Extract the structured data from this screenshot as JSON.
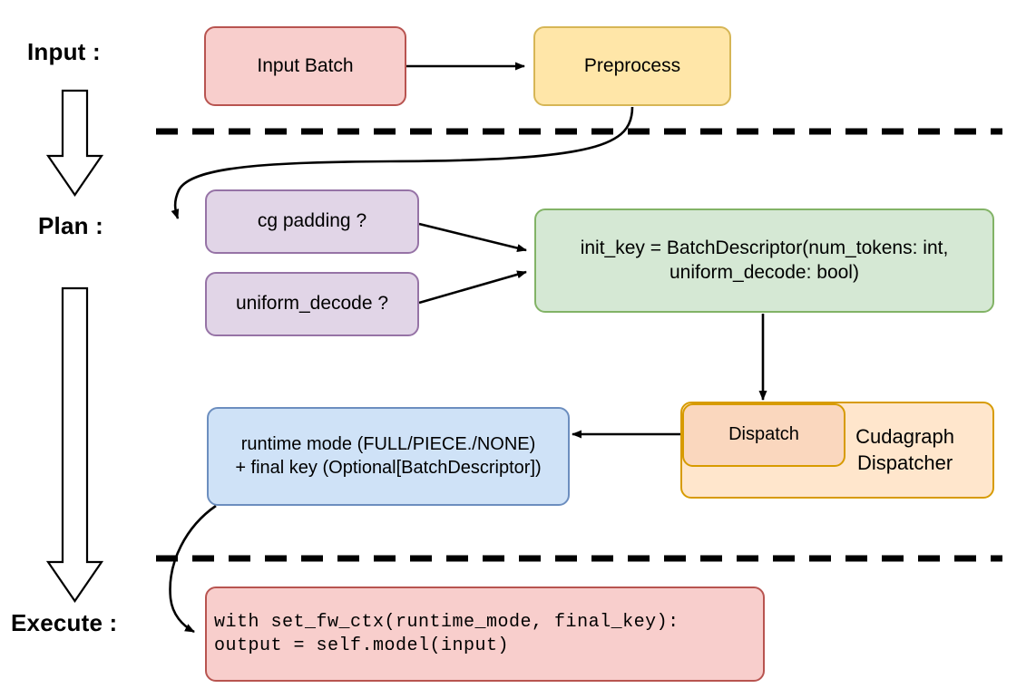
{
  "diagram": {
    "title_stages": [
      {
        "id": "input",
        "label": "Input :"
      },
      {
        "id": "plan",
        "label": "Plan :"
      },
      {
        "id": "execute",
        "label": "Execute :"
      }
    ],
    "nodes": {
      "input_batch": {
        "label": "Input Batch",
        "fill": "#f8cecc",
        "stroke": "#b85450",
        "text_color": "#000000"
      },
      "preprocess": {
        "label": "Preprocess",
        "fill": "#ffe6a8",
        "stroke": "#d6b656",
        "text_color": "#000000"
      },
      "cg_padding": {
        "label": "cg padding ?",
        "fill": "#e1d5e7",
        "stroke": "#9673a6",
        "text_color": "#000000"
      },
      "uniform_decode": {
        "label": "uniform_decode ?",
        "fill": "#e1d5e7",
        "stroke": "#9673a6",
        "text_color": "#000000"
      },
      "init_key": {
        "label": "init_key = BatchDescriptor(num_tokens: int,\nuniform_decode: bool)",
        "fill": "#d5e8d4",
        "stroke": "#82b366",
        "text_color": "#000000"
      },
      "runtime_mode": {
        "label": "runtime mode (FULL/PIECE./NONE)\n+ final key (Optional[BatchDescriptor])",
        "fill": "#cfe2f7",
        "stroke": "#6c8ebf",
        "text_color": "#000000"
      },
      "cudagraph_dispatcher": {
        "label": "Cudagraph\nDispatcher",
        "fill": "#ffe6cc",
        "stroke": "#d79b00",
        "text_color": "#000000"
      },
      "dispatch": {
        "label": "Dispatch",
        "fill": "#fad7be",
        "stroke": "#d79b00",
        "text_color": "#000000"
      },
      "execute_code": {
        "label": "with set_fw_ctx(runtime_mode, final_key):\n    output = self.model(input)",
        "fill": "#f8cecc",
        "stroke": "#b85450",
        "text_color": "#000000"
      }
    },
    "connectors": [
      {
        "id": "input-batch-to-preprocess",
        "from": "input_batch",
        "to": "preprocess",
        "style": "straight-arrow"
      },
      {
        "id": "preprocess-to-cg-padding",
        "from": "preprocess",
        "to": "cg_padding",
        "style": "curved-arrow"
      },
      {
        "id": "cg-padding-to-init-key",
        "from": "cg_padding",
        "to": "init_key",
        "style": "straight-arrow"
      },
      {
        "id": "uniform-decode-to-init-key",
        "from": "uniform_decode",
        "to": "init_key",
        "style": "straight-arrow"
      },
      {
        "id": "init-key-to-dispatch",
        "from": "init_key",
        "to": "dispatch",
        "style": "straight-arrow"
      },
      {
        "id": "dispatch-to-runtime-mode",
        "from": "dispatch",
        "to": "runtime_mode",
        "style": "straight-arrow"
      },
      {
        "id": "runtime-mode-to-execute-code",
        "from": "runtime_mode",
        "to": "execute_code",
        "style": "curved-arrow"
      }
    ],
    "separators": [
      {
        "id": "input-plan-divider",
        "style": "dashed",
        "color": "#000000"
      },
      {
        "id": "plan-execute-divider",
        "style": "dashed",
        "color": "#000000"
      }
    ],
    "flow_arrows": [
      {
        "id": "input-to-plan-arrow",
        "direction": "down",
        "fill": "#ffffff",
        "stroke": "#000000"
      },
      {
        "id": "plan-to-execute-arrow",
        "direction": "down",
        "fill": "#ffffff",
        "stroke": "#000000"
      }
    ]
  }
}
